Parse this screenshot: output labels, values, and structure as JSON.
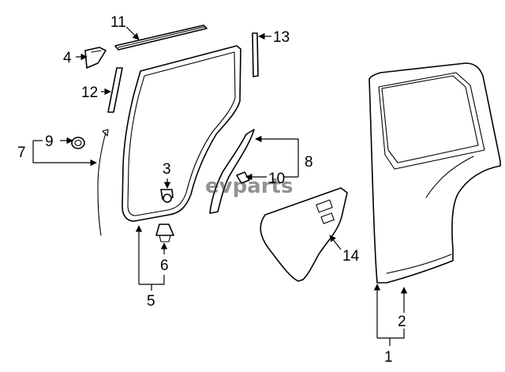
{
  "watermark": "evparts",
  "callouts": [
    "1",
    "2",
    "3",
    "4",
    "5",
    "6",
    "7",
    "8",
    "9",
    "10",
    "11",
    "12",
    "13",
    "14"
  ]
}
